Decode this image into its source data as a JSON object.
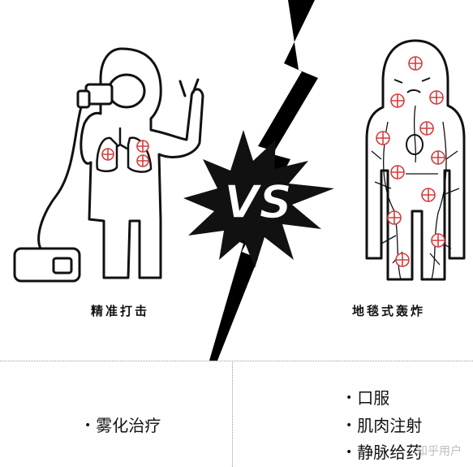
{
  "left": {
    "caption": "精准打击",
    "bullets": [
      "雾化治疗"
    ]
  },
  "right": {
    "caption": "地毯式轰炸",
    "bullets": [
      "口服",
      "肌肉注射",
      "静脉给药"
    ]
  },
  "center_mark": "VS",
  "watermark": "知乎用户",
  "colors": {
    "ink": "#111111",
    "medicine": "#d63b3b",
    "divider": "#9a9a9a"
  }
}
